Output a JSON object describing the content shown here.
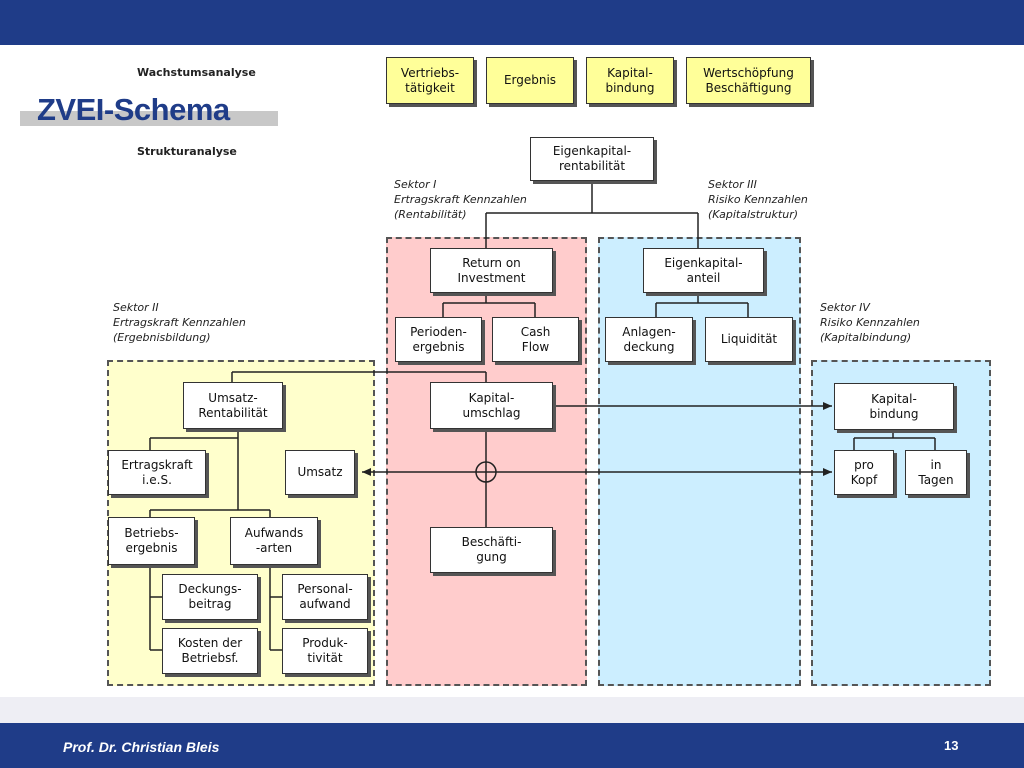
{
  "slide": {
    "title": "ZVEI-Schema",
    "author": "Prof. Dr. Christian Bleis",
    "page_number": "13"
  },
  "headings": {
    "growth": "Wachstumsanalyse",
    "structure": "Strukturanalyse"
  },
  "growth_items": [
    "Vertriebs-\ntätigkeit",
    "Ergebnis",
    "Kapital-\nbindung",
    "Wertschöpfung\nBeschäftigung"
  ],
  "sectors": {
    "s1": [
      "Sektor I",
      "Ertragskraft Kennzahlen",
      "(Rentabilität)"
    ],
    "s2": [
      "Sektor II",
      "Ertragskraft Kennzahlen",
      "(Ergebnisbildung)"
    ],
    "s3": [
      "Sektor III",
      "Risiko Kennzahlen",
      "(Kapitalstruktur)"
    ],
    "s4": [
      "Sektor IV",
      "Risiko Kennzahlen",
      "(Kapitalbindung)"
    ]
  },
  "nodes": {
    "ekr": "Eigenkapital-\nrentabilität",
    "roi": "Return on\nInvestment",
    "periodenergebnis": "Perioden-\nergebnis",
    "cashflow": "Cash\nFlow",
    "kapitalumschlag": "Kapital-\numschlag",
    "beschaeftigung": "Beschäfti-\ngung",
    "eka": "Eigenkapital-\nanteil",
    "anlagendeckung": "Anlagen-\ndeckung",
    "liquiditaet": "Liquidität",
    "umsatzrentabilitaet": "Umsatz-\nRentabilität",
    "ertragskraft": "Ertragskraft\ni.e.S.",
    "umsatz": "Umsatz",
    "betriebsergebnis": "Betriebs-\nergebnis",
    "aufwandsarten": "Aufwands\n-arten",
    "deckungsbeitrag": "Deckungs-\nbeitrag",
    "kosten": "Kosten der\nBetriebsf.",
    "personalaufwand": "Personal-\naufwand",
    "produktivitaet": "Produk-\ntivität",
    "kapitalbindung": "Kapital-\nbindung",
    "prokopf": "pro\nKopf",
    "intagen": "in\nTagen"
  },
  "colors": {
    "header_blue": "#1f3c88",
    "sector1_fill": "#ffcccc",
    "sector2_fill": "#ffffcc",
    "sector3_fill": "#cceeff",
    "sector4_fill": "#cceeff",
    "growth_box_fill": "#ffff99"
  }
}
